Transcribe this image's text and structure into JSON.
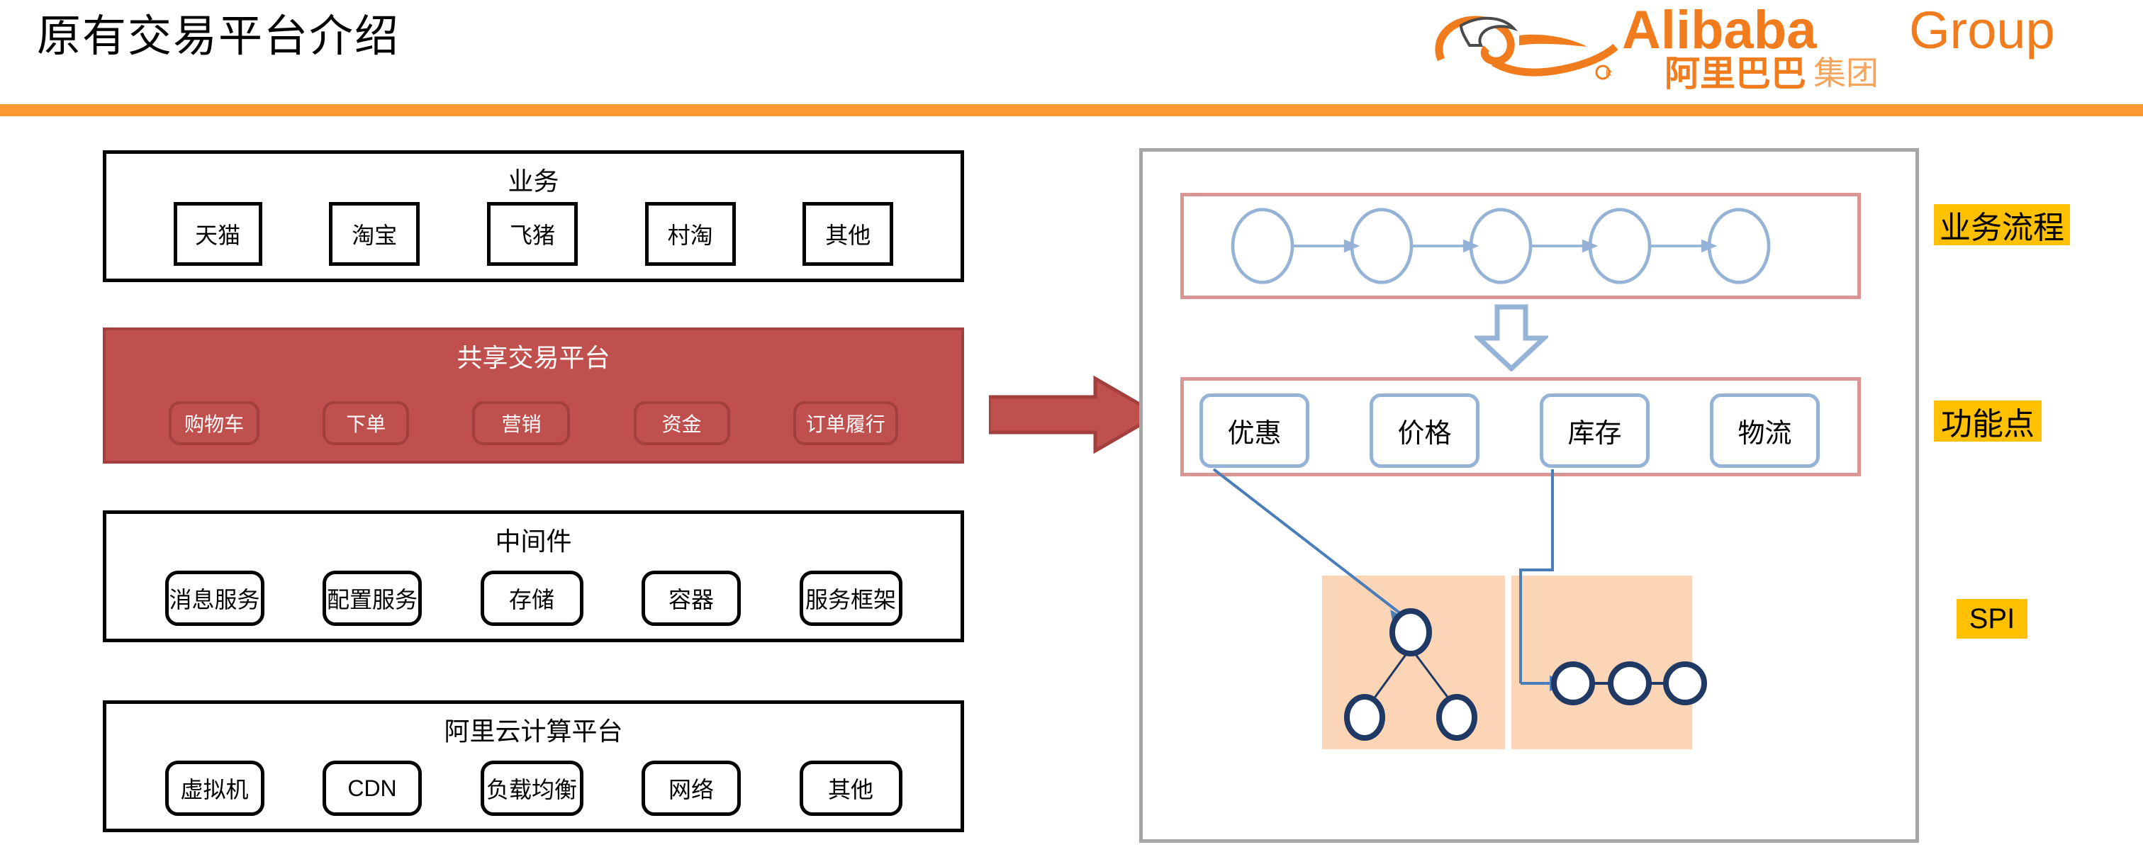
{
  "header": {
    "title": "原有交易平台介绍",
    "rule_color": "#fa9832",
    "logo": {
      "name": "alibaba-group-logo",
      "latin_brand": "Alibaba",
      "latin_suffix": "Group",
      "chinese_brand": "阿里巴巴",
      "chinese_suffix": "集团",
      "color": "#f07c1e"
    }
  },
  "left_stack": {
    "layers": [
      {
        "id": "business",
        "title": "业务",
        "style": "plain",
        "chips": [
          "天猫",
          "淘宝",
          "飞猪",
          "村淘",
          "其他"
        ]
      },
      {
        "id": "shared-trading-platform",
        "title": "共享交易平台",
        "style": "highlight",
        "fill": "#c0504d",
        "chips": [
          "购物车",
          "下单",
          "营销",
          "资金",
          "订单履行"
        ]
      },
      {
        "id": "middleware",
        "title": "中间件",
        "style": "plain",
        "chips": [
          "消息服务",
          "配置服务",
          "存储",
          "容器",
          "服务框架"
        ]
      },
      {
        "id": "aliyun-cloud-platform",
        "title": "阿里云计算平台",
        "style": "plain",
        "chips": [
          "虚拟机",
          "CDN",
          "负载均衡",
          "网络",
          "其他"
        ]
      }
    ]
  },
  "transition_arrow": {
    "name": "big-right-arrow",
    "direction": "right",
    "fill": "#c0504d",
    "stroke": "#a33f3c"
  },
  "right_panel": {
    "border_color": "#a6a6a6",
    "business_flow": {
      "label": "业务流程",
      "border_color": "#d99694",
      "node_count": 5,
      "node_shape": "ellipse",
      "node_stroke": "#95b3d7",
      "connector": "arrow"
    },
    "down_arrow": {
      "name": "down-arrow",
      "stroke": "#95b3d7",
      "fill": "#ffffff"
    },
    "function_points": {
      "label": "功能点",
      "border_color": "#d99694",
      "chips": [
        "优惠",
        "价格",
        "库存",
        "物流"
      ],
      "chip_border": "#95b3d7"
    },
    "spi": {
      "label": "SPI",
      "panel_fill": "#fbd5b5",
      "groups": [
        {
          "id": "spi-tree",
          "source_chip": "优惠",
          "shape": "tree",
          "nodes": 3,
          "node_stroke": "#1f3864"
        },
        {
          "id": "spi-chain",
          "source_chip": "库存",
          "shape": "chain",
          "nodes": 3,
          "node_stroke": "#1f3864"
        }
      ]
    },
    "side_labels": [
      "业务流程",
      "功能点",
      "SPI"
    ],
    "label_fill": "#ffc000"
  }
}
